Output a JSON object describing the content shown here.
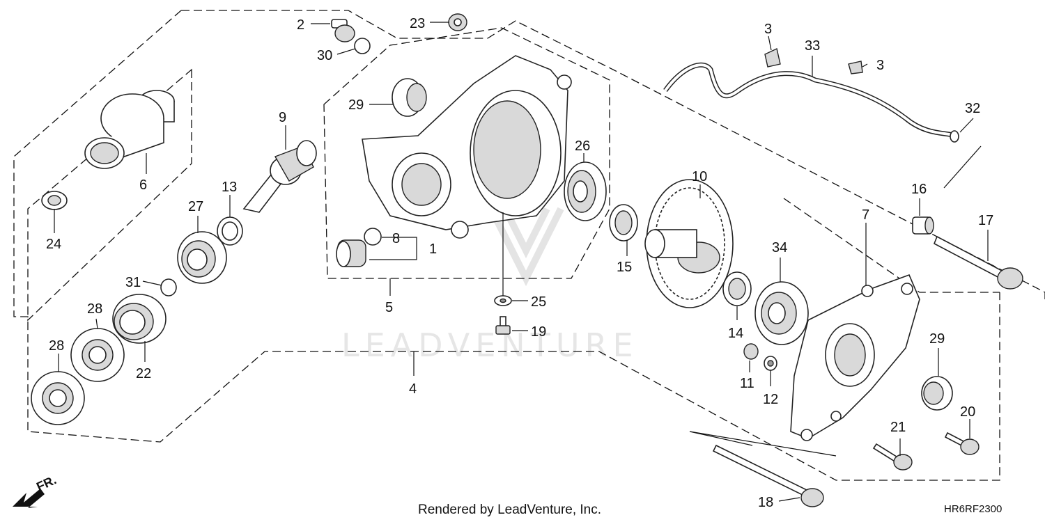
{
  "callouts": {
    "c1": "1",
    "c2": "2",
    "c3a": "3",
    "c3b": "3",
    "c4": "4",
    "c5": "5",
    "c6": "6",
    "c7": "7",
    "c8": "8",
    "c9": "9",
    "c10": "10",
    "c11": "11",
    "c12": "12",
    "c13": "13",
    "c14": "14",
    "c15": "15",
    "c16": "16",
    "c17": "17",
    "c18": "18",
    "c19": "19",
    "c20": "20",
    "c21": "21",
    "c22": "22",
    "c23": "23",
    "c24": "24",
    "c25": "25",
    "c26": "26",
    "c27": "27",
    "c28a": "28",
    "c28b": "28",
    "c29a": "29",
    "c29b": "29",
    "c30": "30",
    "c31": "31",
    "c32": "32",
    "c33": "33",
    "c34": "34"
  },
  "front_arrow_label": "FR.",
  "watermark": "LEADVENTURE",
  "footer": {
    "rendered_by": "Rendered by LeadVenture, Inc.",
    "diagram_code": "HR6RF2300"
  }
}
